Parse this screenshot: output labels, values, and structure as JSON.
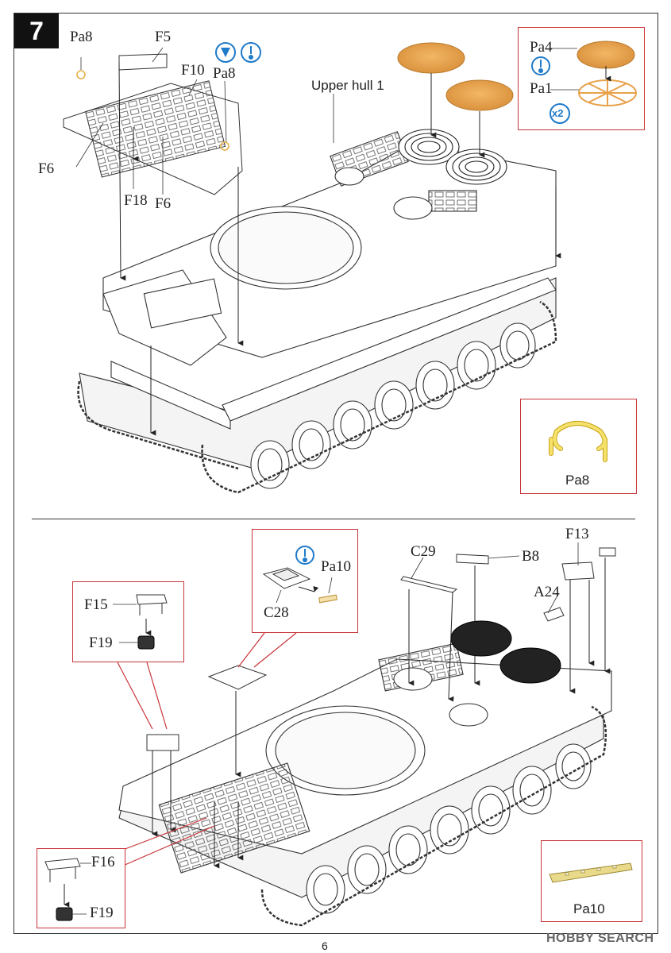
{
  "step": {
    "number": "7"
  },
  "page": {
    "number": "6"
  },
  "brand": {
    "text": "HOBBY SEARCH"
  },
  "top_section": {
    "upper_hull_label": "Upper hull 1",
    "labels": {
      "pa8_left": "Pa8",
      "f5": "F5",
      "f10": "F10",
      "pa8_mid": "Pa8",
      "f6_left": "F6",
      "f18": "F18",
      "f6_right": "F6"
    },
    "inset_top_right": {
      "pa4": "Pa4",
      "pa1": "Pa1",
      "multiplier": "x2"
    },
    "inset_pa8": {
      "caption": "Pa8"
    }
  },
  "bottom_section": {
    "labels": {
      "c29": "C29",
      "b8": "B8",
      "f13": "F13",
      "a24": "A24"
    },
    "inset_f15": {
      "f15": "F15",
      "f19": "F19"
    },
    "inset_c28": {
      "pa10": "Pa10",
      "c28": "C28"
    },
    "inset_f16": {
      "f16": "F16",
      "f19": "F19"
    },
    "inset_pa10": {
      "caption": "Pa10"
    }
  },
  "icons": [
    "drill-hole-icon",
    "bend-icon"
  ],
  "colors": {
    "photoetch": "#e8a24c",
    "mesh": "#f2c585",
    "ring": "#f4e26b",
    "callout": "#c8353a",
    "icon": "#1f7ac9"
  }
}
